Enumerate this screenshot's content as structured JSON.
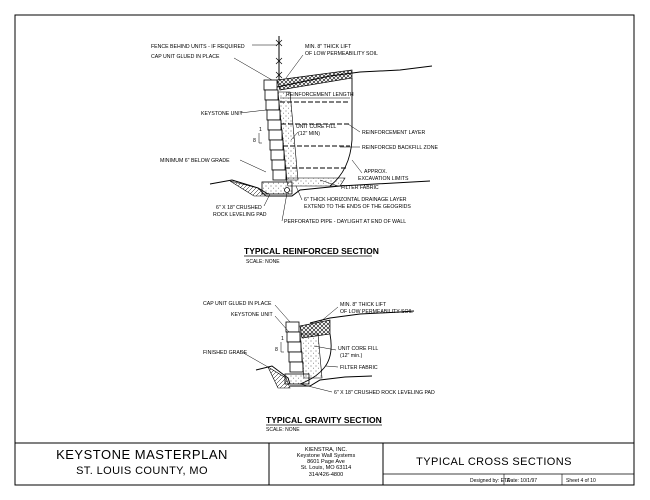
{
  "reinforced": {
    "labels": {
      "fence": "FENCE BEHIND UNITS - IF REQUIRED",
      "cap": "CAP UNIT GLUED IN PLACE",
      "soil_1": "MIN. 8\" THICK LIFT",
      "soil_2": "OF LOW PERMEABILITY SOIL",
      "reinf_length": "REINFORCEMENT LENGTH",
      "keystone_unit": "KEYSTONE UNIT",
      "core_fill_1": "UNIT CORE FILL",
      "core_fill_2": "(12\" MIN)",
      "reinf_layer": "REINFORCEMENT LAYER",
      "backfill": "REINFORCED BACKFILL ZONE",
      "batter": "8",
      "batter_top": "1",
      "min_grade": "MINIMUM 6\" BELOW GRADE",
      "excav_1": "APPROX.",
      "excav_2": "EXCAVATION LIMITS",
      "filter": "FILTER FABRIC",
      "drain_1": "6\" THICK HORIZONTAL DRAINAGE LAYER",
      "drain_2": "EXTEND TO THE ENDS OF THE GEOGRIDS",
      "pad_1": "6\" X 18\" CRUSHED",
      "pad_2": "ROCK LEVELING PAD",
      "pipe": "PERFORATED PIPE - DAYLIGHT AT END OF WALL"
    },
    "title": "TYPICAL REINFORCED SECTION",
    "scale": "SCALE: NONE"
  },
  "gravity": {
    "labels": {
      "cap": "CAP UNIT GLUED IN PLACE",
      "keystone_unit": "KEYSTONE UNIT",
      "soil_1": "MIN. 8\" THICK LIFT",
      "soil_2": "OF LOW PERMEABILITY SOIL",
      "batter": "8",
      "batter_top": "1",
      "core_fill_1": "UNIT CORE FILL",
      "core_fill_2": "(12\" min.)",
      "finished_grade": "FINISHED GRADE",
      "filter": "FILTER FABRIC",
      "pad": "6\" X 18\" CRUSHED ROCK LEVELING PAD"
    },
    "title": "TYPICAL GRAVITY SECTION",
    "scale": "SCALE: NONE"
  },
  "title_block": {
    "project": "KEYSTONE MASTERPLAN",
    "county": "ST. LOUIS COUNTY, MO",
    "company": "KIENSTRA, INC.",
    "division": "Keystone Wall Systems",
    "address_1": "8601 Page Ave",
    "address_2": "St. Louis, MO  63114",
    "phone": "314/426-4800",
    "sheet_title": "TYPICAL CROSS SECTIONS",
    "designed": "Designed by: ETA",
    "date": "Date: 10/1/97",
    "sheet": "Sheet 4 of 10"
  }
}
